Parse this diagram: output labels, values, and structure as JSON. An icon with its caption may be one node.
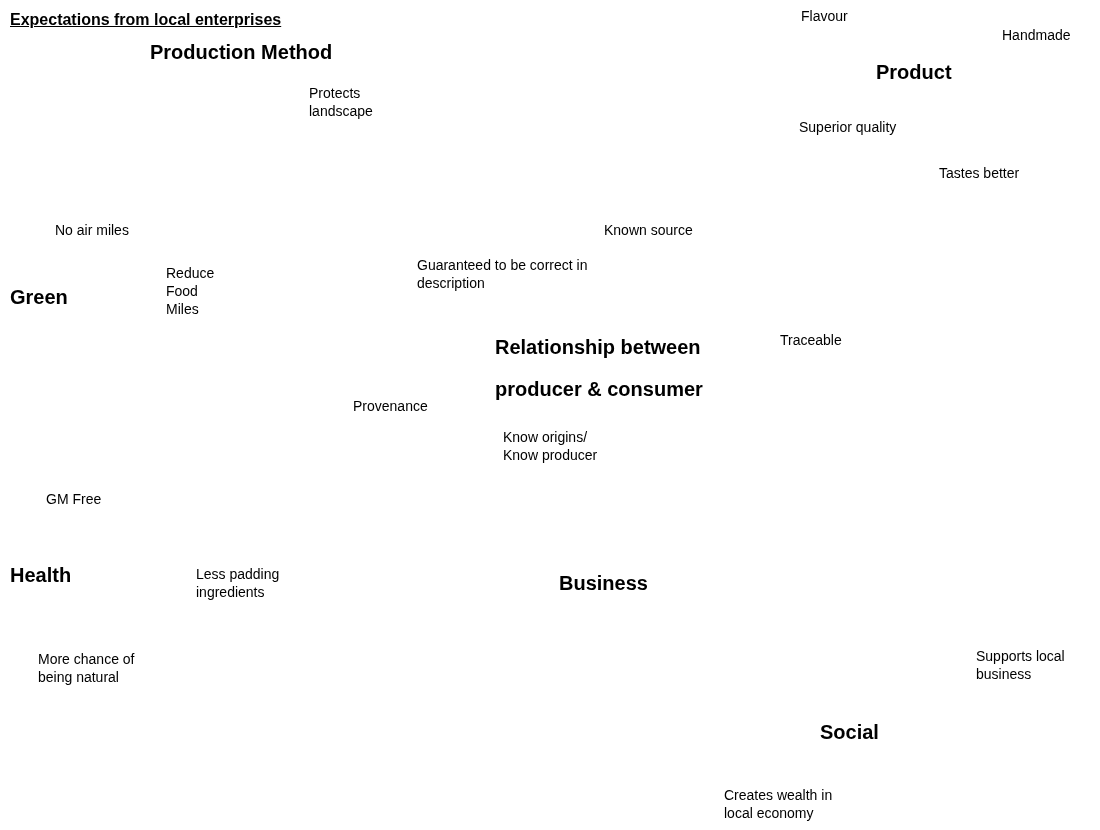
{
  "diagram": {
    "title": "Expectations from local enterprises",
    "labels": [
      "Flavour",
      "Production Method",
      "Handmade",
      "Product",
      "Protects landscape",
      "Superior quality",
      "Tastes better",
      "No air miles",
      "Known source",
      "Reduce Food Miles",
      "Guaranteed to be correct in description",
      "Green",
      "Relationship between producer & consumer",
      "Traceable",
      "Provenance",
      "Know origins/ Know producer",
      "GM Free",
      "Less padding ingredients",
      "Health",
      "Business",
      "More chance of being natural",
      "Supports local business",
      "Social",
      "Creates wealth in local economy"
    ]
  }
}
